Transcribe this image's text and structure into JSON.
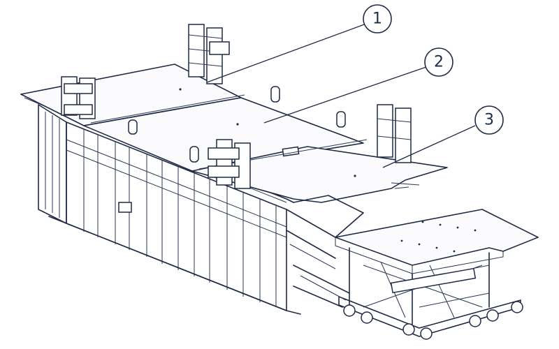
{
  "callouts": [
    {
      "id": "callout-1",
      "label": "1"
    },
    {
      "id": "callout-2",
      "label": "2"
    },
    {
      "id": "callout-3",
      "label": "3"
    }
  ],
  "colors": {
    "ink": "#1f2a44",
    "paper": "#ffffff"
  }
}
